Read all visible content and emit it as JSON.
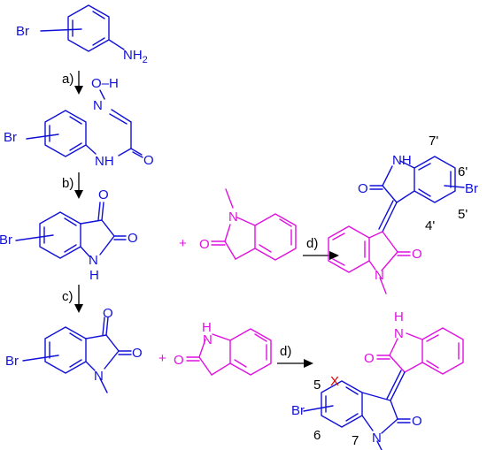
{
  "labels": {
    "br": "Br",
    "nh2": "NH",
    "nh2_sub": "2",
    "oh": "O–H",
    "n": "N",
    "o": "O",
    "nh": "NH",
    "h": "H",
    "plus": "+",
    "x_mark": "X"
  },
  "steps": {
    "a": "a)",
    "b": "b)",
    "c": "c)",
    "d1": "d)",
    "d2": "d)"
  },
  "positions": {
    "p7p": "7'",
    "p6p": "6'",
    "p5p": "5'",
    "p4p": "4'",
    "p5": "5",
    "p6": "6",
    "p7": "7"
  },
  "colors": {
    "bromo_series": "#1010d8",
    "oxindole": "#e010e0",
    "blocked_position": "#e00000"
  }
}
